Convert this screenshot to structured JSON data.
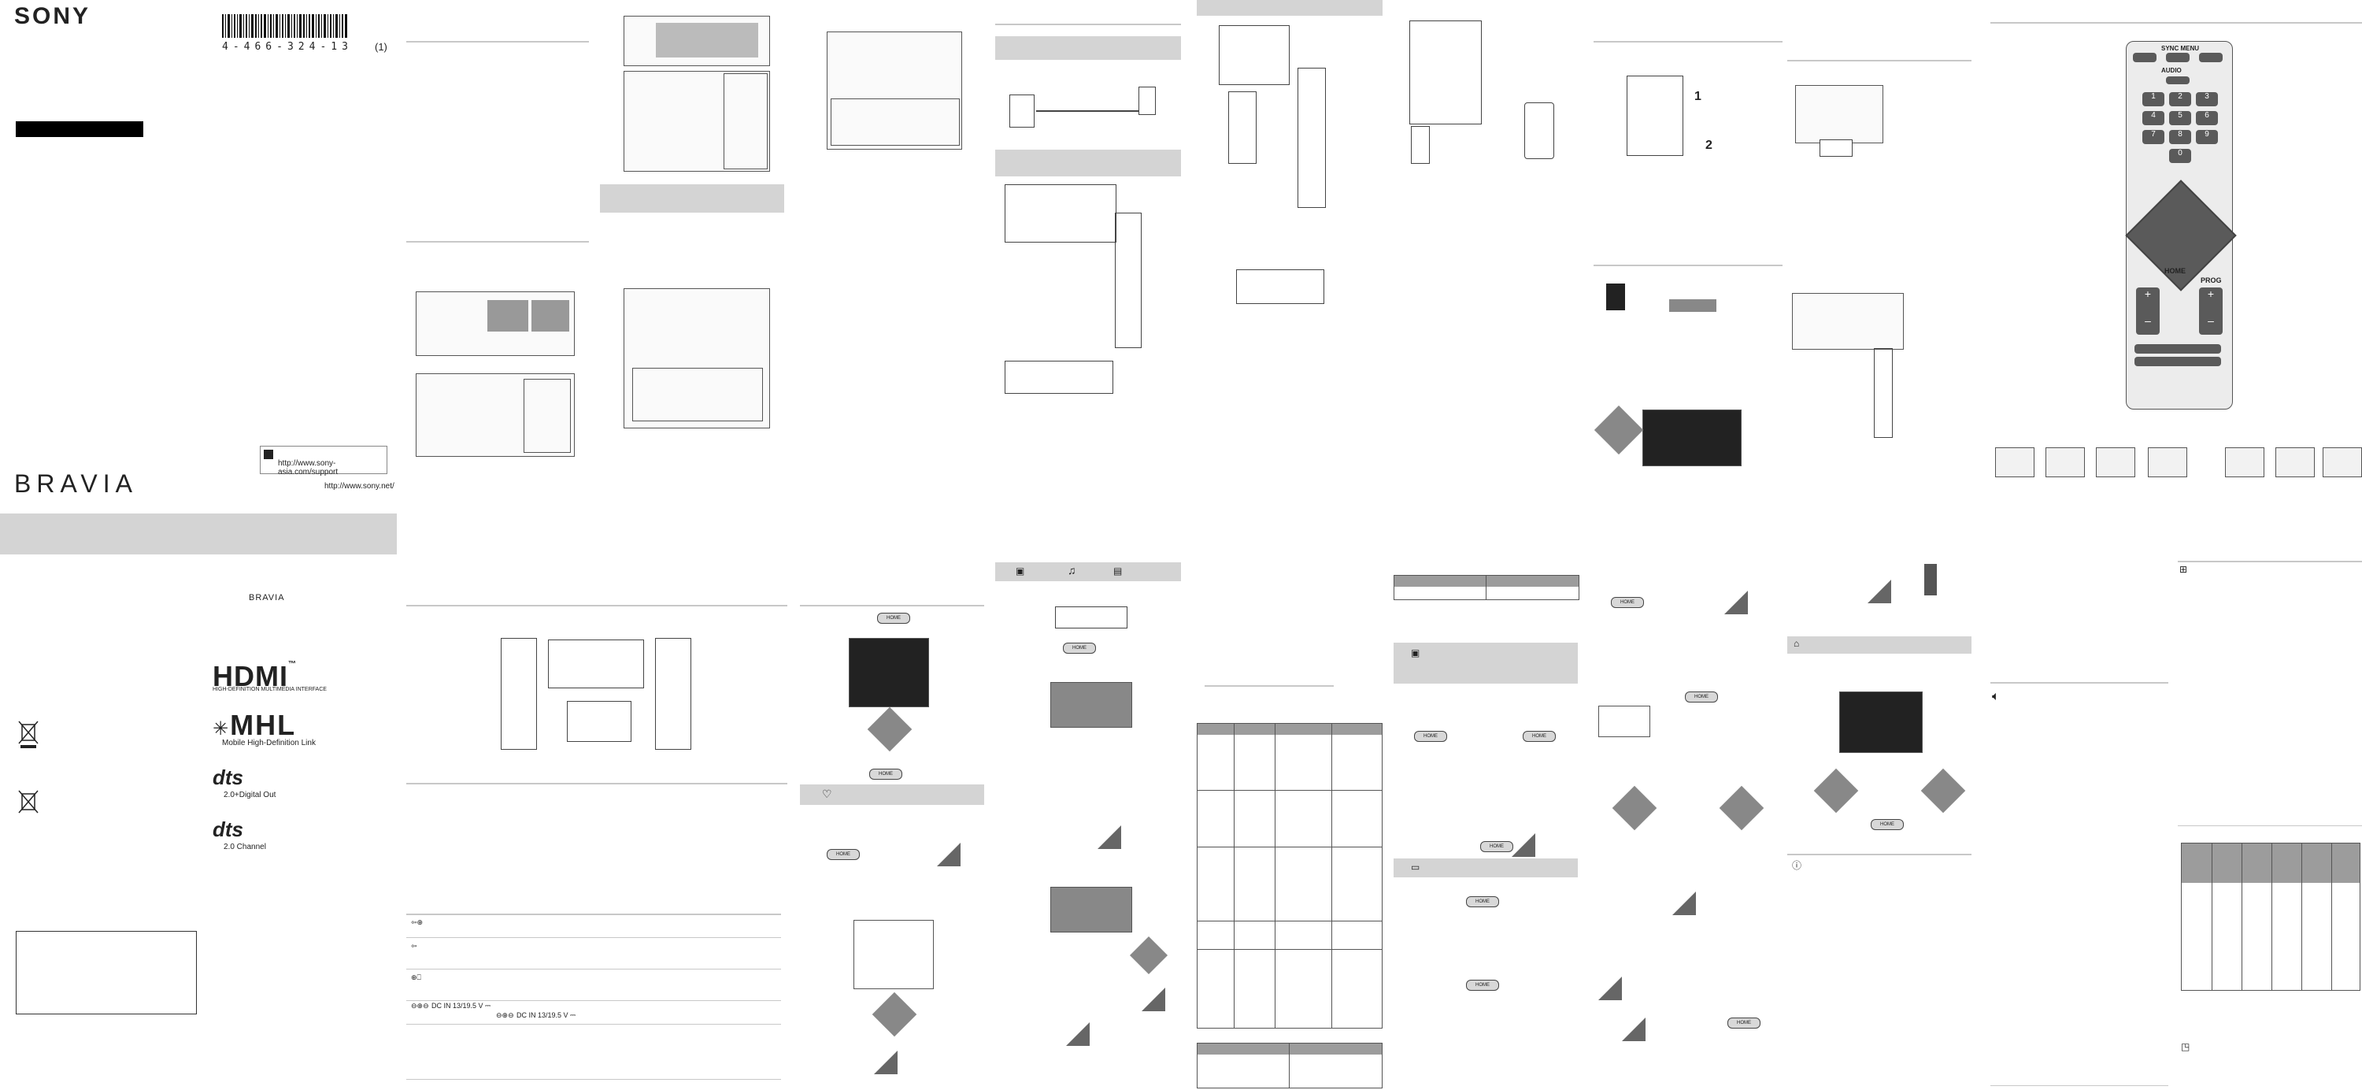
{
  "brand": {
    "sony": "SONY",
    "bravia": "BRAVIA",
    "bravia_small": "BRAVIA"
  },
  "barcode": {
    "number": "4-466-324-13",
    "suffix": "(1)"
  },
  "urls": {
    "support": "http://www.sony-asia.com/support",
    "sony_net": "http://www.sony.net/"
  },
  "logos": {
    "hdmi": "HDMI",
    "hdmi_tm": "™",
    "hdmi_sub": "HIGH-DEFINITION MULTIMEDIA INTERFACE",
    "mhl": "MHL",
    "mhl_sub": "Mobile High-Definition Link",
    "dts1": "dts",
    "dts1_sub": "2.0+Digital Out",
    "dts2": "dts",
    "dts2_sub": "2.0 Channel"
  },
  "connection_table": {
    "rows": [
      {
        "symbol": "⇦⊕",
        "text": ""
      },
      {
        "symbol": "⇦",
        "text": ""
      },
      {
        "symbol": "⊕⎕",
        "text": ""
      },
      {
        "symbol": "⊖⊕⊖",
        "text": "DC IN 13/19.5 V ⎓"
      },
      {
        "symbol": "⊖⊕⊖",
        "text": "DC IN 13/19.5 V ⎓"
      }
    ]
  },
  "remote": {
    "sync_menu": "SYNC MENU",
    "audio": "AUDIO",
    "home": "HOME",
    "prog": "PROG",
    "digits": [
      "1",
      "2",
      "3",
      "4",
      "5",
      "6",
      "7",
      "8",
      "9",
      "0"
    ],
    "plus": "+",
    "minus": "–"
  },
  "step_labels": {
    "home": "HOME",
    "step1": "1",
    "step2": "2"
  },
  "colors": {
    "rule": "#c8c8c8",
    "band": "#d4d4d4",
    "dark": "#5a5a5a",
    "black": "#000000"
  }
}
